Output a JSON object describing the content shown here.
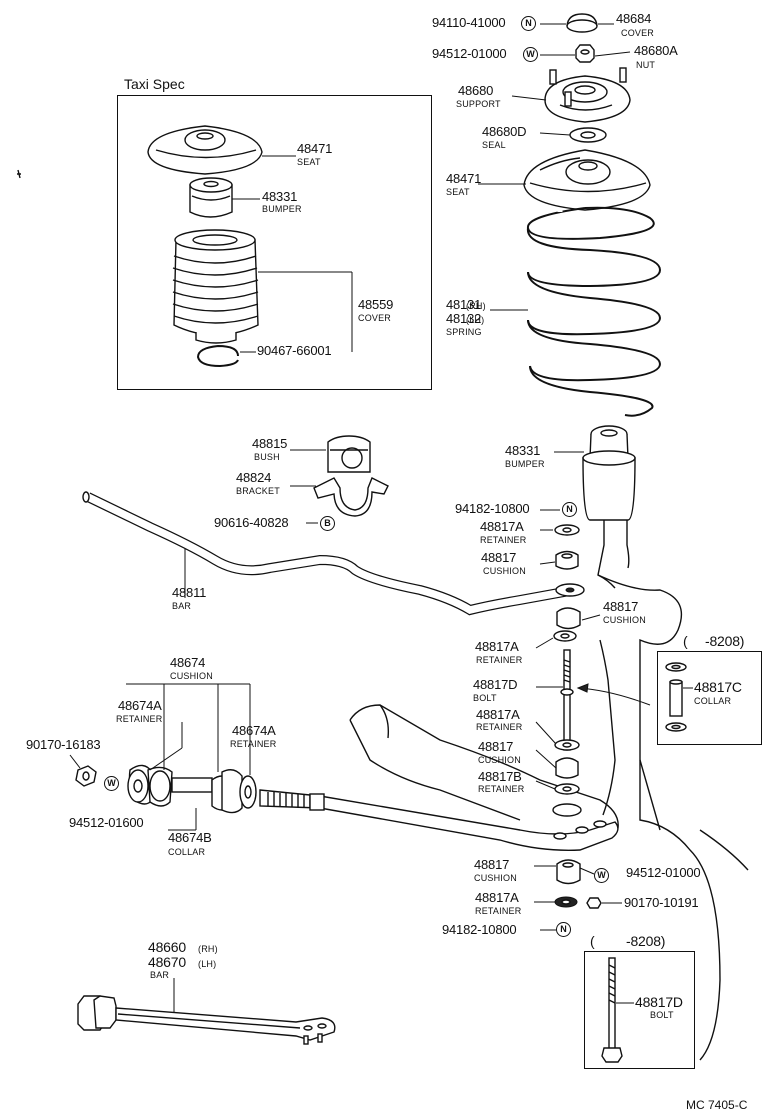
{
  "taxi_box": {
    "title": "Taxi Spec"
  },
  "top": {
    "p94110": "94110-41000",
    "b1": "N",
    "p48684": "48684",
    "n48684": "COVER",
    "p94512a": "94512-01000",
    "b2": "W",
    "p48680A": "48680A",
    "n48680A": "NUT",
    "p48680": "48680",
    "n48680": "SUPPORT",
    "p48680D": "48680D",
    "n48680D": "SEAL",
    "p48471": "48471",
    "n48471": "SEAT",
    "p48131": "48131",
    "p48131s": "(RH)",
    "p48132": "48132",
    "p48132s": "(LH)",
    "n48131": "SPRING",
    "p48331": "48331",
    "n48331": "BUMPER"
  },
  "taxi": {
    "p48471": "48471",
    "n48471": "SEAT",
    "p48331": "48331",
    "n48331": "BUMPER",
    "p48559": "48559",
    "n48559": "COVER",
    "p90467": "90467-66001"
  },
  "stab": {
    "p48815": "48815",
    "n48815": "BUSH",
    "p48824": "48824",
    "n48824": "BRACKET",
    "p90616": "90616-40828",
    "b3": "B",
    "p48811": "48811",
    "n48811": "BAR"
  },
  "link": {
    "p94182a": "94182-10800",
    "b4": "N",
    "p48817Aa": "48817A",
    "n48817Aa": "RETAINER",
    "p48817a": "48817",
    "n48817a": "CUSHION",
    "p48817b": "48817",
    "n48817b": "CUSHION",
    "p48817Ab": "48817A",
    "n48817Ab": "RETAINER",
    "p48817D": "48817D",
    "n48817D": "BOLT",
    "p48817Ac": "48817A",
    "n48817Ac": "RETAINER",
    "p48817c": "48817",
    "n48817c": "CUSHION",
    "p48817B": "48817B",
    "n48817B": "RETAINER",
    "p48817d": "48817",
    "n48817d": "CUSHION",
    "p94512b": "94512-01000",
    "b5": "W",
    "p48817Ad": "48817A",
    "n48817Ad": "RETAINER",
    "p90170b": "90170-10191",
    "p94182b": "94182-10800",
    "b6": "N"
  },
  "inset1": {
    "range": "-8208)",
    "p48817C": "48817C",
    "n48817C": "COLLAR"
  },
  "inset2": {
    "range": "-8208)",
    "p48817D": "48817D",
    "n48817D": "BOLT"
  },
  "strut": {
    "p48674": "48674",
    "n48674": "CUSHION",
    "p48674Aa": "48674A",
    "n48674Aa": "RETAINER",
    "p48674Ab": "48674A",
    "n48674Ab": "RETAINER",
    "p90170a": "90170-16183",
    "b7": "W",
    "p94512c": "94512-01600",
    "p48674B": "48674B",
    "n48674B": "COLLAR"
  },
  "lower": {
    "p48660": "48660",
    "p48660s": "(RH)",
    "p48670": "48670",
    "p48670s": "(LH)",
    "n48660": "BAR"
  },
  "footer": {
    "code": "MC 7405-C"
  }
}
